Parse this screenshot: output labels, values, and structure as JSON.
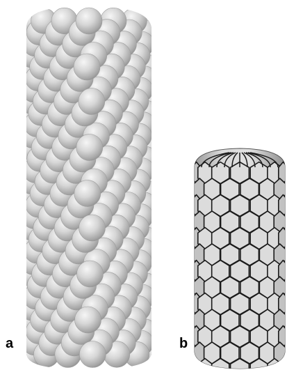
{
  "panels": [
    {
      "id": "a",
      "label": "a",
      "kind": "sphere-packed-cylinder"
    },
    {
      "id": "b",
      "label": "b",
      "kind": "polyhedral-faceted-cylinder"
    }
  ],
  "colors": {
    "background": "#ffffff",
    "sphere_light": "#f4f4f4",
    "sphere_mid": "#cfcfcf",
    "sphere_dark": "#8c8c8c",
    "tile_fill": "#d3d3d3",
    "tile_edge": "#1a1a1a",
    "label": "#000000"
  }
}
